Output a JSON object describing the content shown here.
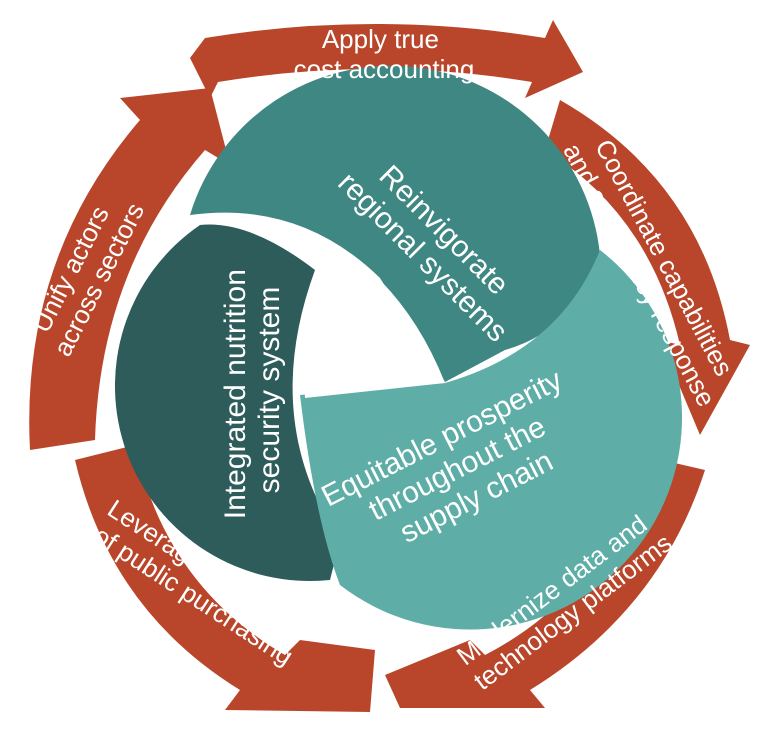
{
  "colors": {
    "arrow": "#b9462a",
    "segment_dark": "#2d5c5a",
    "segment_mid": "#3f8782",
    "segment_light": "#5eaea7",
    "text": "#ffffff",
    "background": "#ffffff"
  },
  "core": {
    "segments": [
      {
        "key": "regional",
        "label_lines": [
          "Reinvigorate",
          "regional systems"
        ]
      },
      {
        "key": "integrated",
        "label_lines": [
          "Integrated nutrition",
          "security system"
        ]
      },
      {
        "key": "equitable",
        "label_lines": [
          "Equitable prosperity",
          "throughout the",
          "supply chain"
        ]
      }
    ]
  },
  "outer_arrows": [
    {
      "key": "top",
      "label_lines": [
        "Apply true",
        "cost accounting"
      ]
    },
    {
      "key": "upper-right",
      "label_lines": [
        "Coordinate capabilities",
        "and emergency response"
      ]
    },
    {
      "key": "lower-right",
      "label_lines": [
        "Modernize data and",
        "technology platforms"
      ]
    },
    {
      "key": "lower-left",
      "label_lines": [
        "Leverage the power",
        "of public purchasing"
      ]
    },
    {
      "key": "upper-left",
      "label_lines": [
        "Unify actors",
        "across sectors"
      ]
    }
  ]
}
